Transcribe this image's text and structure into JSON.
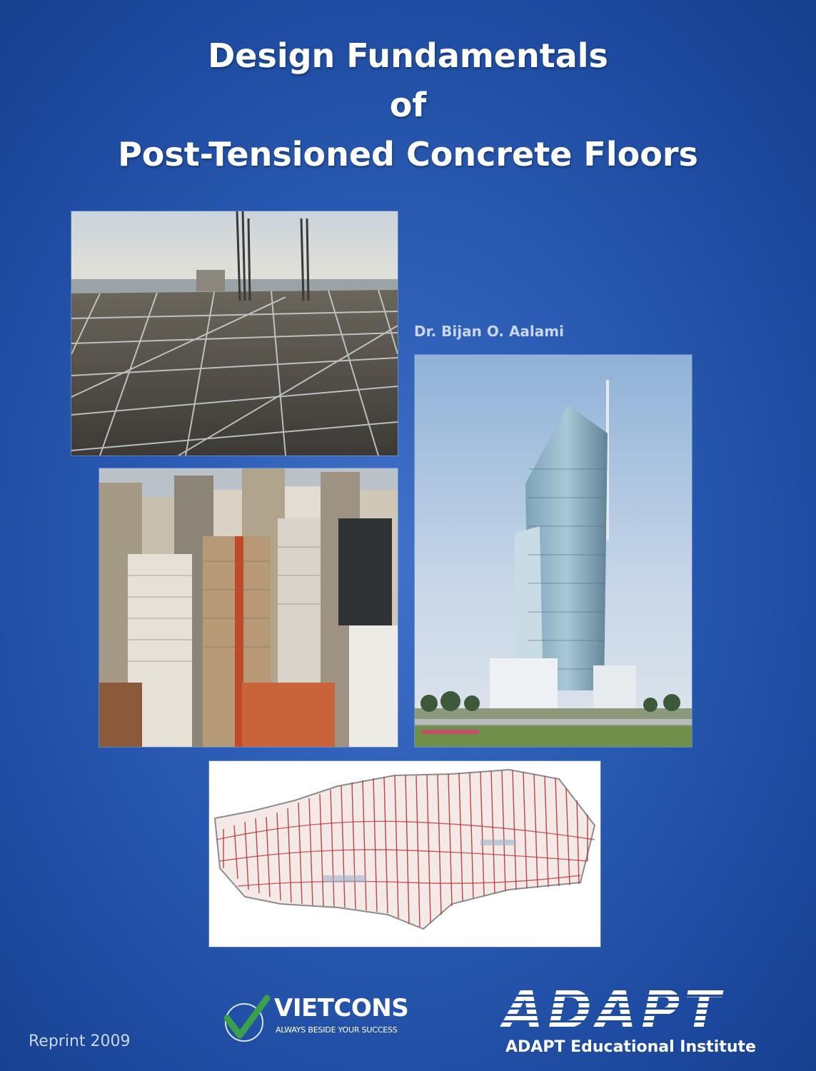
{
  "cover": {
    "title_lines": [
      "Design Fundamentals",
      "of",
      "Post-Tensioned Concrete Floors"
    ],
    "author": "Dr. Bijan O. Aalami",
    "reprint": "Reprint 2009"
  },
  "sponsor": {
    "name": "VIETCONS",
    "tagline": "ALWAYS BESIDE YOUR SUCCESS",
    "icon": "checkmark-logo-icon"
  },
  "publisher": {
    "logo_text": "ADAPT",
    "name": "ADAPT Educational Institute"
  },
  "colors": {
    "background": "#2a5bb3",
    "title": "#ffffff",
    "author": "#c9d6ec",
    "check_green": "#3aa04a"
  }
}
